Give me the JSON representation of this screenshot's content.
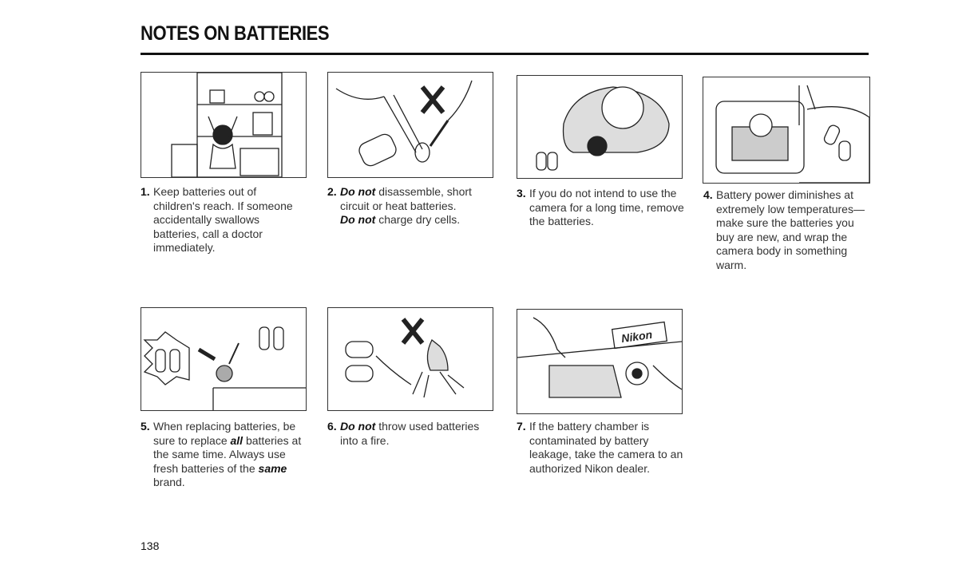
{
  "page": {
    "title": "NOTES ON BATTERIES",
    "page_number": "138"
  },
  "notes": [
    {
      "num": "1.",
      "parts": [
        {
          "t": "Keep batteries out of children's reach. If someone accidentally swallows batteries, call a doctor immediately.",
          "e": false
        }
      ]
    },
    {
      "num": "2.",
      "parts": [
        {
          "t": "Do not",
          "e": true
        },
        {
          "t": " disassemble, short circuit or heat batteries.",
          "e": false
        },
        {
          "t": "Do not",
          "e": true,
          "br": true
        },
        {
          "t": " charge dry cells.",
          "e": false
        }
      ]
    },
    {
      "num": "3.",
      "parts": [
        {
          "t": "If you do not intend to use the camera for a long time, remove the batteries.",
          "e": false
        }
      ]
    },
    {
      "num": "4.",
      "parts": [
        {
          "t": "Battery power diminishes at extremely low temperatures—make sure the batteries you buy are new, and wrap the camera body in something warm.",
          "e": false
        }
      ]
    },
    {
      "num": "5.",
      "parts": [
        {
          "t": "When replacing batteries, be sure to replace ",
          "e": false
        },
        {
          "t": "all",
          "e": true
        },
        {
          "t": " batteries at the same time. Always use fresh batteries of the ",
          "e": false
        },
        {
          "t": "same",
          "e": true
        },
        {
          "t": " brand.",
          "e": false
        }
      ]
    },
    {
      "num": "6.",
      "parts": [
        {
          "t": "Do not",
          "e": true
        },
        {
          "t": " throw used batteries into a fire.",
          "e": false
        }
      ]
    },
    {
      "num": "7.",
      "parts": [
        {
          "t": "If the battery chamber is contaminated by battery leakage, take the camera to an authorized Nikon dealer.",
          "e": false
        }
      ]
    }
  ],
  "illustration_text": {
    "brand_sign": "Nikon"
  },
  "icons": [
    "child-cabinet-icon",
    "cross-mark-icon",
    "camera-battery-icon",
    "cold-camera-icon",
    "battery-replace-icon",
    "fire-icon",
    "dealer-counter-icon"
  ]
}
